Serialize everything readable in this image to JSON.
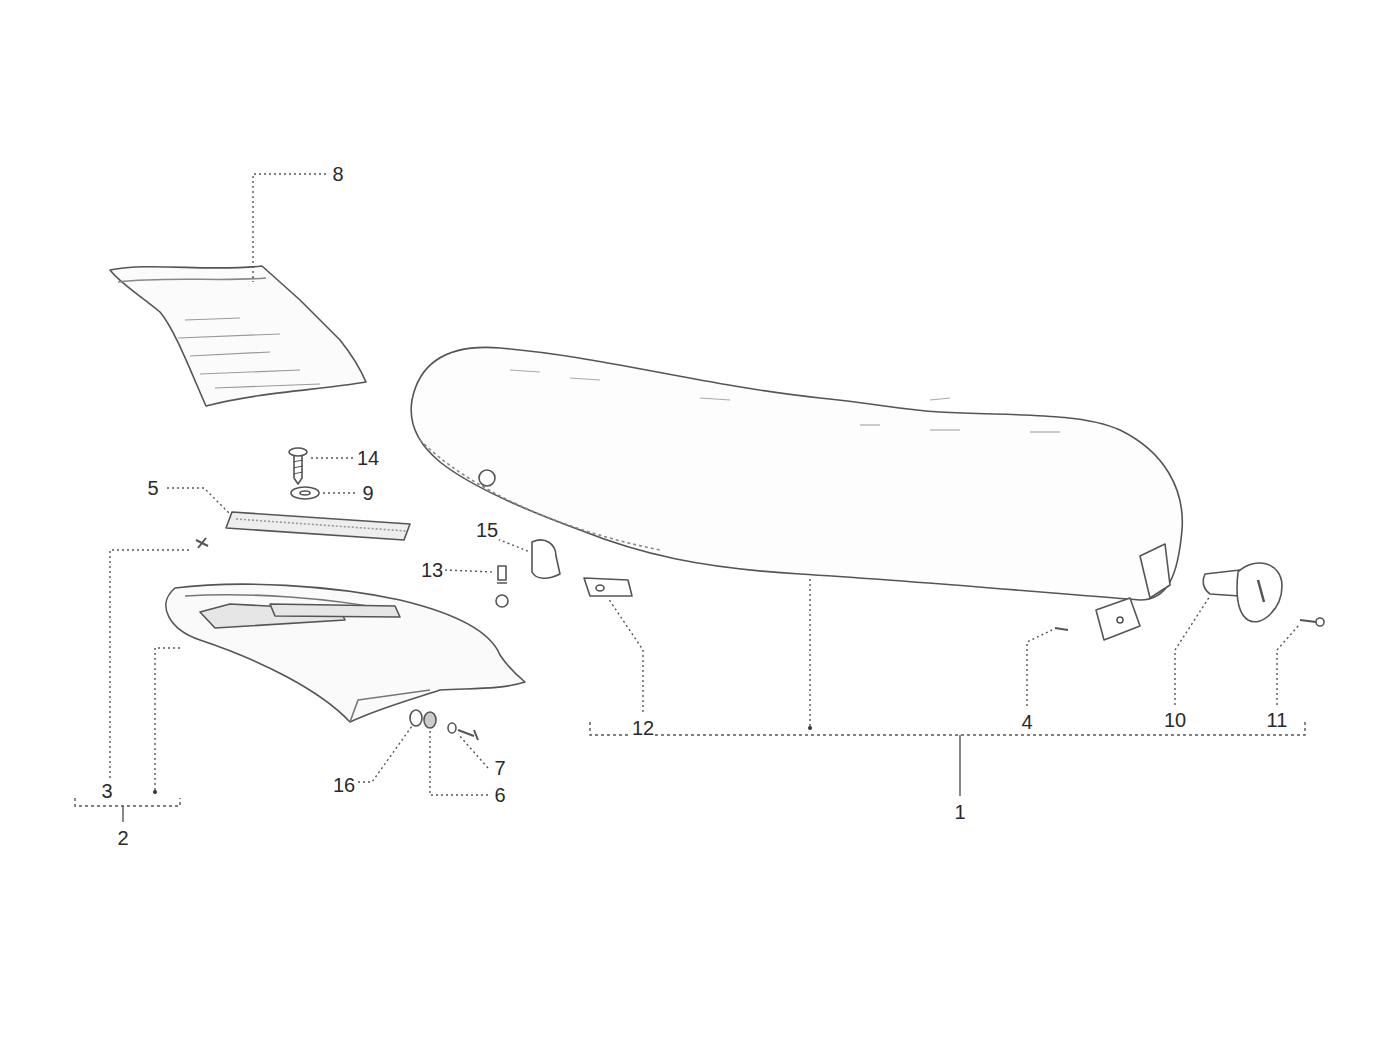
{
  "diagram": {
    "labels": [
      "8",
      "14",
      "9",
      "5",
      "15",
      "13",
      "12",
      "4",
      "10",
      "11",
      "16",
      "7",
      "6",
      "3",
      "2",
      "1"
    ]
  }
}
